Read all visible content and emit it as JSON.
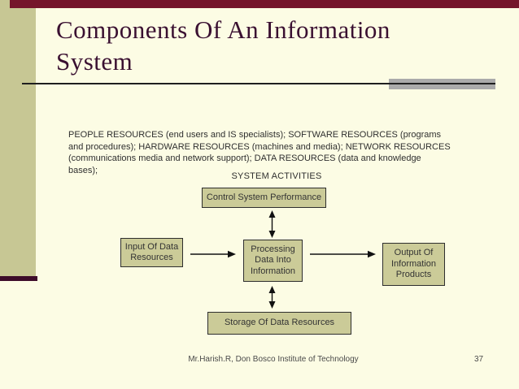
{
  "slide": {
    "title": "Components Of An Information System",
    "body_text": "PEOPLE RESOURCES (end users and IS specialists); SOFTWARE RESOURCES (programs and procedures); HARDWARE RESOURCES (machines and media); NETWORK RESOURCES (communications media and network support); DATA RESOURCES (data and knowledge bases);",
    "diagram": {
      "heading": "SYSTEM ACTIVITIES",
      "boxes": {
        "control": "Control System Performance",
        "input": "Input Of Data Resources",
        "processing": "Processing Data Into Information",
        "output": "Output Of Information Products",
        "storage": "Storage Of Data Resources"
      }
    },
    "footer": {
      "credit": "Mr.Harish.R, Don Bosco Institute of Technology",
      "page_number": "37"
    },
    "colors": {
      "background": "#FCFCE4",
      "sidebar_olive": "#C7C794",
      "accent_red_bar": "#75152B",
      "accent_plum_rule": "#3D0C2A",
      "title_text": "#3A1031",
      "title_rule": "#1F1F1F",
      "gray_block": "#AAAAAA",
      "box_fill": "#CBCB98",
      "box_border": "#2E2E2E",
      "body_text": "#2F2F2F"
    }
  }
}
